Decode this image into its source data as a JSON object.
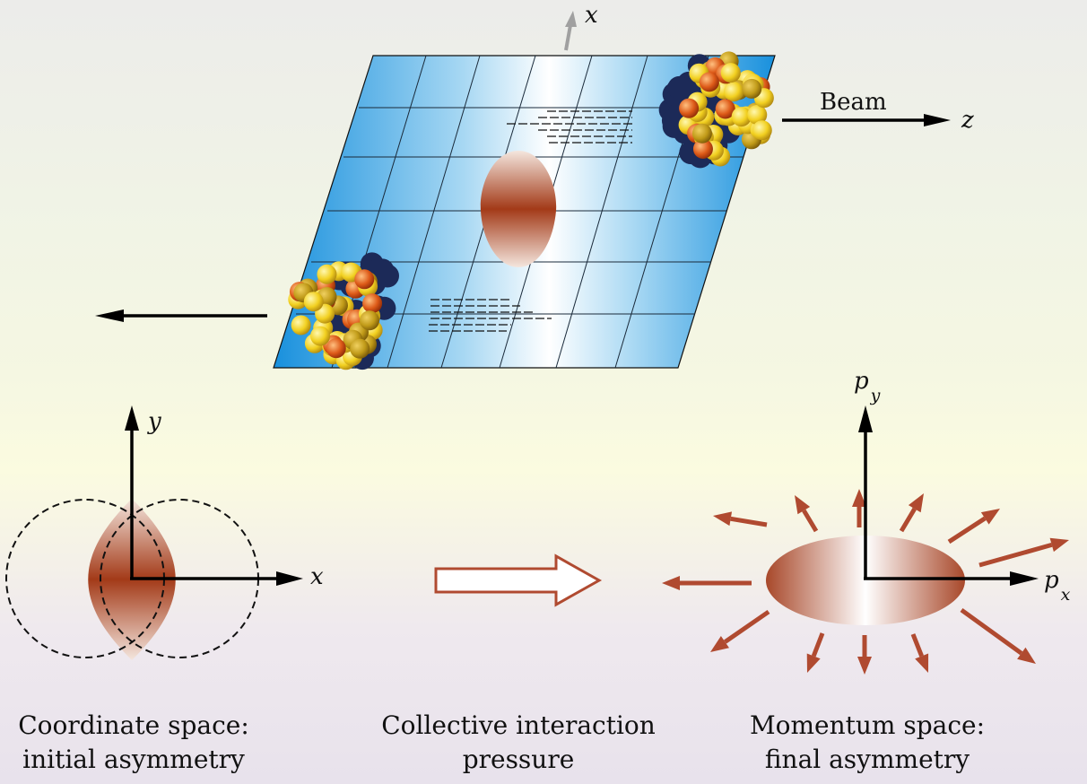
{
  "labels": {
    "x_top": "x",
    "beam": "Beam",
    "z": "z",
    "y": "y",
    "x_coord": "x",
    "p": "p",
    "py_sub": "y",
    "px_sub": "x"
  },
  "captions": {
    "coordinate": [
      "Coordinate space:",
      "initial asymmetry"
    ],
    "collective": [
      "Collective interaction",
      "pressure"
    ],
    "momentum": [
      "Momentum space:",
      "final asymmetry"
    ]
  },
  "colors": {
    "plane": "#1a98e0",
    "overlap": "#a83c1c",
    "arrow": "#b04a30",
    "neutron": "#1c2a58",
    "proton_yellow": "#f2d020",
    "proton_orange": "#e06a1a"
  }
}
